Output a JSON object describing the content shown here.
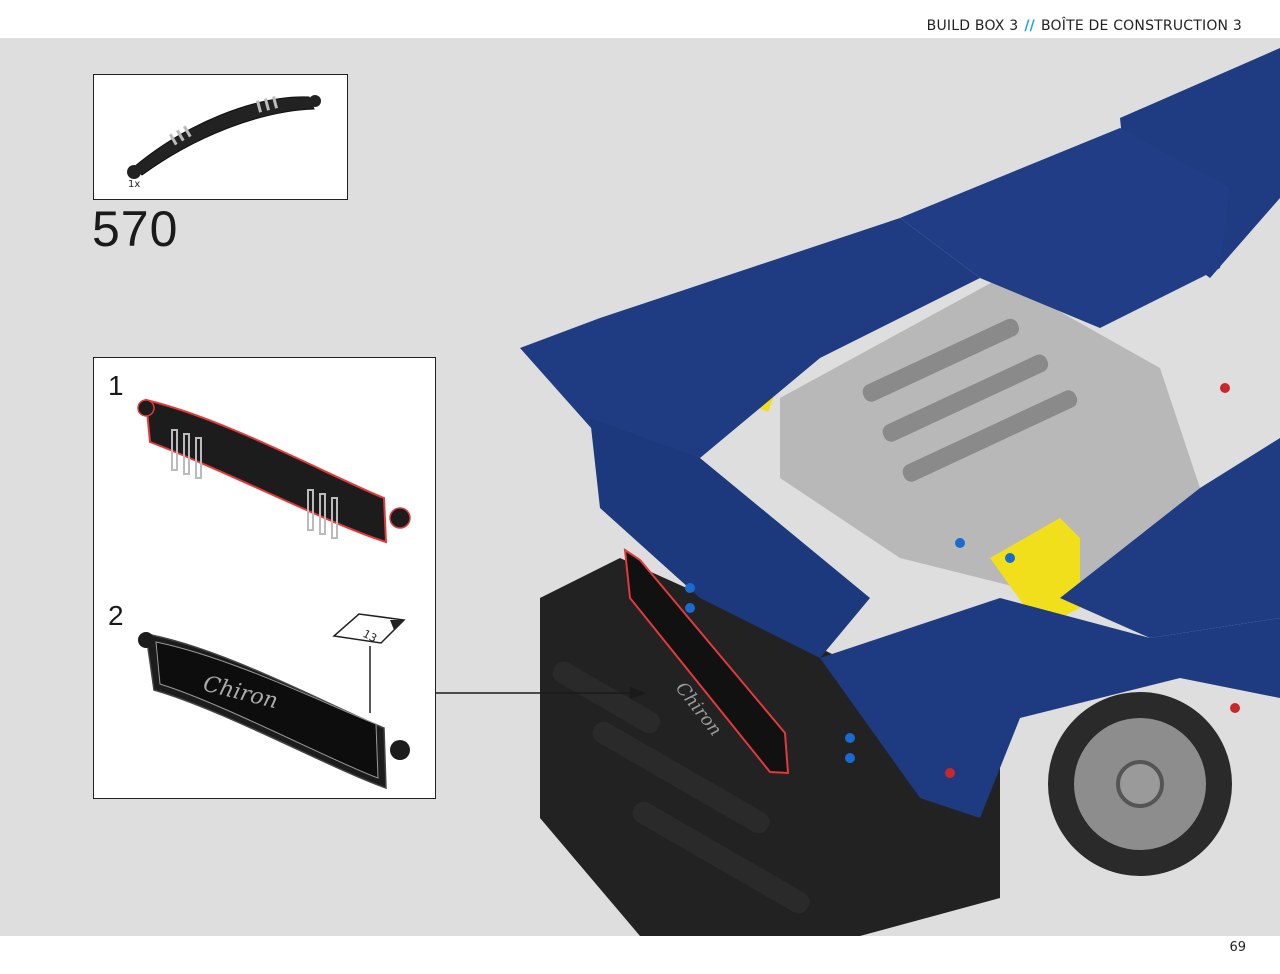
{
  "header": {
    "left_label": "BUILD BOX 3",
    "separator": "//",
    "right_label": "BOÎTE DE CONSTRUCTION 3"
  },
  "parts": {
    "quantity": "1x"
  },
  "step": {
    "number": "570"
  },
  "substeps": [
    {
      "number": "1"
    },
    {
      "number": "2"
    }
  ],
  "sticker": {
    "number": "13",
    "script_text": "Chiron"
  },
  "footer": {
    "page_number": "69"
  },
  "colors": {
    "body_blue": "#1f3b82",
    "panel_black": "#1b1b1b",
    "highlight_red": "#e23a3a",
    "background": "#dedede"
  }
}
